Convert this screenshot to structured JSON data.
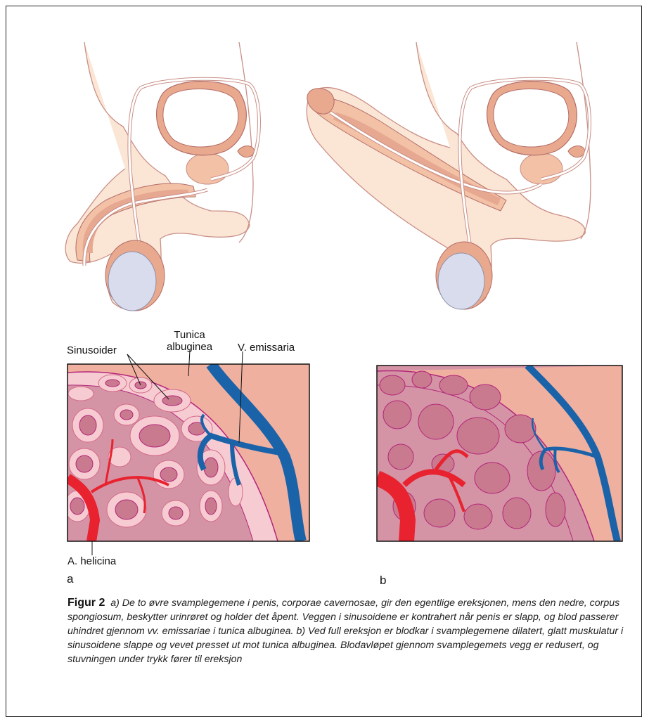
{
  "labels": {
    "sinusoider": "Sinusoider",
    "tunica_line1": "Tunica",
    "tunica_line2": "albuginea",
    "v_emissaria": "V. emissaria",
    "a_helicina": "A. helicina",
    "panel_a": "a",
    "panel_b": "b"
  },
  "caption": {
    "figure_label": "Figur 2",
    "text": "a) De to øvre svamplegemene i penis, corporae cavernosae, gir den egentlige ereksjonen, mens den nedre, corpus spongiosum, beskytter urinrøret og holder det åpent. Veggen i sinusoidene er kontrahert når penis er slapp, og blod passerer uhindret gjennom vv. emissariae i tunica albuginea. b) Ved full ereksjon er blodkar i svamplegemene dilatert, glatt muskulatur i sinusoidene slappe og vevet presset ut mot tunica albuginea. Blodavløpet gjennom svamplegemets vegg er redusert, og stuvningen under trykk fører til ereksjon"
  },
  "colors": {
    "skin": "#fbe6d6",
    "tissue": "#f2c1a6",
    "organ_rim": "#e8a98f",
    "sinus": "#c97a8e",
    "sinus_wall": "#f7cbd2",
    "tunica": "#f0b0a0",
    "vein": "#1b63a8",
    "artery": "#e8222e",
    "testis": "#d8dcec"
  }
}
